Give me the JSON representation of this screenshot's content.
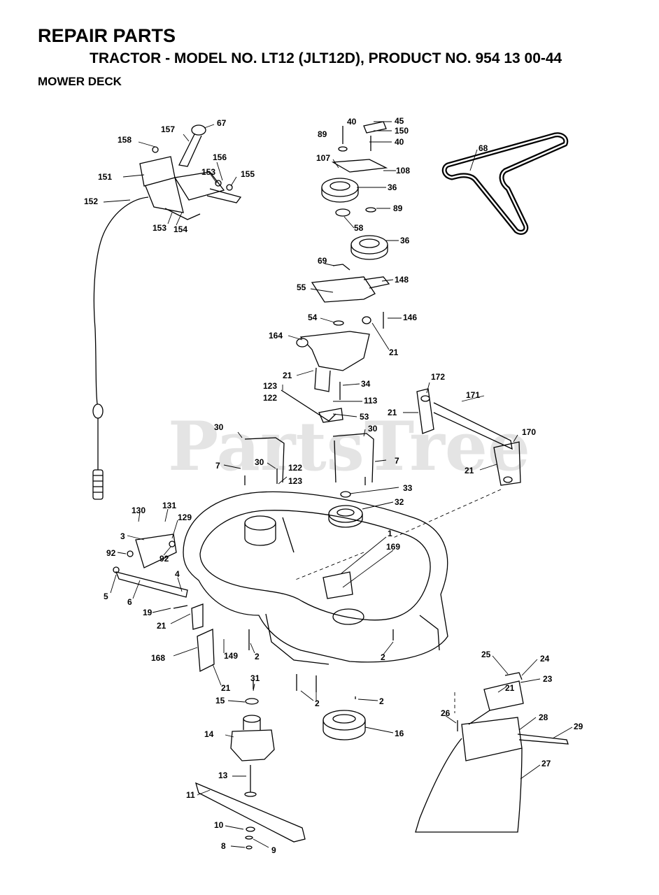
{
  "header": {
    "title": "REPAIR PARTS",
    "subtitle": "TRACTOR - MODEL NO. LT12 (JLT12D), PRODUCT NO. 954 13 00-44",
    "section": "MOWER DECK"
  },
  "watermark": "PartsTree",
  "callouts": [
    {
      "id": "c67",
      "label": "67"
    },
    {
      "id": "c157",
      "label": "157"
    },
    {
      "id": "c158",
      "label": "158"
    },
    {
      "id": "c156",
      "label": "156"
    },
    {
      "id": "c151",
      "label": "151"
    },
    {
      "id": "c153a",
      "label": "153"
    },
    {
      "id": "c155",
      "label": "155"
    },
    {
      "id": "c152",
      "label": "152"
    },
    {
      "id": "c153b",
      "label": "153"
    },
    {
      "id": "c154",
      "label": "154"
    },
    {
      "id": "c40a",
      "label": "40"
    },
    {
      "id": "c89a",
      "label": "89"
    },
    {
      "id": "c45",
      "label": "45"
    },
    {
      "id": "c150",
      "label": "150"
    },
    {
      "id": "c40b",
      "label": "40"
    },
    {
      "id": "c107",
      "label": "107"
    },
    {
      "id": "c108",
      "label": "108"
    },
    {
      "id": "c36a",
      "label": "36"
    },
    {
      "id": "c89b",
      "label": "89"
    },
    {
      "id": "c58",
      "label": "58"
    },
    {
      "id": "c36b",
      "label": "36"
    },
    {
      "id": "c68",
      "label": "68"
    },
    {
      "id": "c69",
      "label": "69"
    },
    {
      "id": "c55",
      "label": "55"
    },
    {
      "id": "c148",
      "label": "148"
    },
    {
      "id": "c54",
      "label": "54"
    },
    {
      "id": "c146",
      "label": "146"
    },
    {
      "id": "c164",
      "label": "164"
    },
    {
      "id": "c21a",
      "label": "21"
    },
    {
      "id": "c21b",
      "label": "21"
    },
    {
      "id": "c34",
      "label": "34"
    },
    {
      "id": "c123a",
      "label": "123"
    },
    {
      "id": "c122a",
      "label": "122"
    },
    {
      "id": "c113",
      "label": "113"
    },
    {
      "id": "c53",
      "label": "53"
    },
    {
      "id": "c172",
      "label": "172"
    },
    {
      "id": "c21c",
      "label": "21"
    },
    {
      "id": "c171",
      "label": "171"
    },
    {
      "id": "c30a",
      "label": "30"
    },
    {
      "id": "c30b",
      "label": "30"
    },
    {
      "id": "c170",
      "label": "170"
    },
    {
      "id": "c7a",
      "label": "7"
    },
    {
      "id": "c30c",
      "label": "30"
    },
    {
      "id": "c122b",
      "label": "122"
    },
    {
      "id": "c123b",
      "label": "123"
    },
    {
      "id": "c7b",
      "label": "7"
    },
    {
      "id": "c21d",
      "label": "21"
    },
    {
      "id": "c33",
      "label": "33"
    },
    {
      "id": "c32",
      "label": "32"
    },
    {
      "id": "c130",
      "label": "130"
    },
    {
      "id": "c131",
      "label": "131"
    },
    {
      "id": "c129",
      "label": "129"
    },
    {
      "id": "c3",
      "label": "3"
    },
    {
      "id": "c92a",
      "label": "92"
    },
    {
      "id": "c92b",
      "label": "92"
    },
    {
      "id": "c1",
      "label": "1"
    },
    {
      "id": "c169",
      "label": "169"
    },
    {
      "id": "c5",
      "label": "5"
    },
    {
      "id": "c4",
      "label": "4"
    },
    {
      "id": "c6",
      "label": "6"
    },
    {
      "id": "c19",
      "label": "19"
    },
    {
      "id": "c21e",
      "label": "21"
    },
    {
      "id": "c168",
      "label": "168"
    },
    {
      "id": "c149",
      "label": "149"
    },
    {
      "id": "c2a",
      "label": "2"
    },
    {
      "id": "c2b",
      "label": "2"
    },
    {
      "id": "c21f",
      "label": "21"
    },
    {
      "id": "c31",
      "label": "31"
    },
    {
      "id": "c15",
      "label": "15"
    },
    {
      "id": "c2c",
      "label": "2"
    },
    {
      "id": "c2d",
      "label": "2"
    },
    {
      "id": "c16",
      "label": "16"
    },
    {
      "id": "c14",
      "label": "14"
    },
    {
      "id": "c13",
      "label": "13"
    },
    {
      "id": "c11",
      "label": "11"
    },
    {
      "id": "c10",
      "label": "10"
    },
    {
      "id": "c8",
      "label": "8"
    },
    {
      "id": "c9",
      "label": "9"
    },
    {
      "id": "c25",
      "label": "25"
    },
    {
      "id": "c24",
      "label": "24"
    },
    {
      "id": "c23",
      "label": "23"
    },
    {
      "id": "c21g",
      "label": "21"
    },
    {
      "id": "c26",
      "label": "26"
    },
    {
      "id": "c28",
      "label": "28"
    },
    {
      "id": "c29",
      "label": "29"
    },
    {
      "id": "c27",
      "label": "27"
    }
  ]
}
